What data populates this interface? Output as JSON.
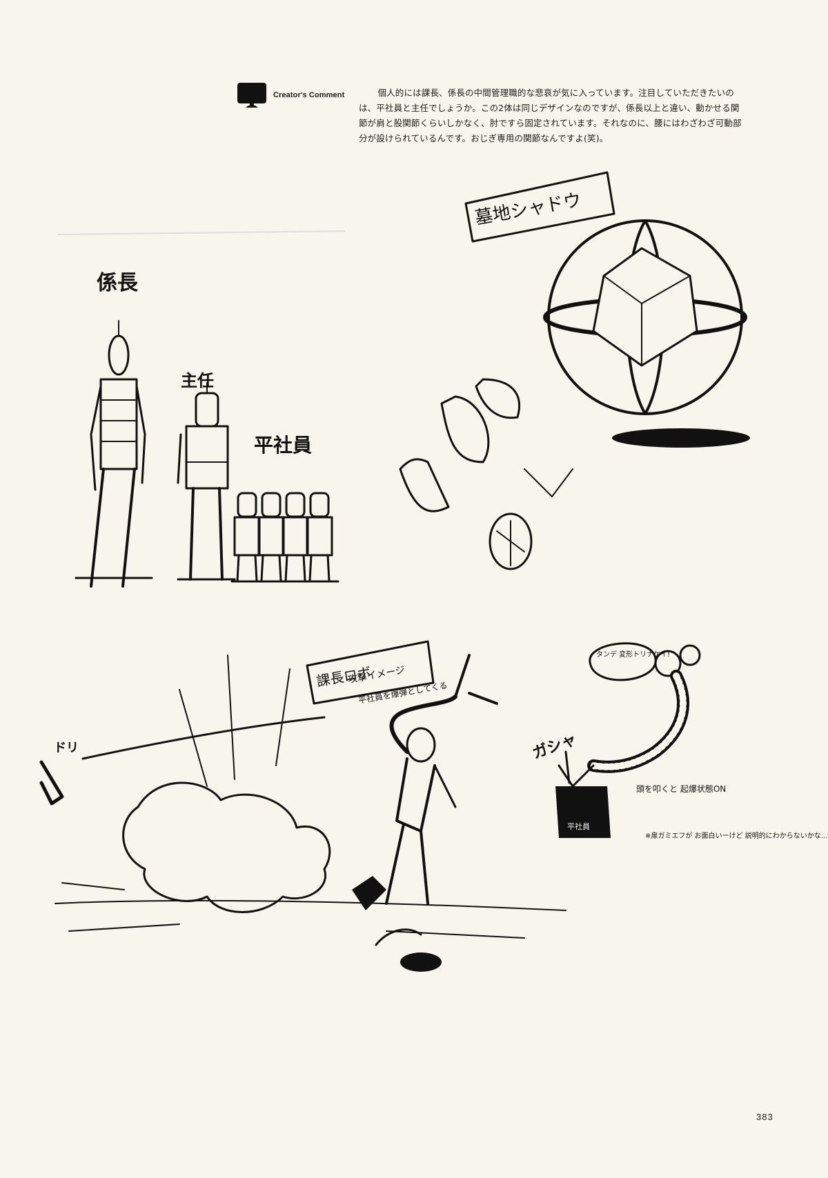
{
  "header": {
    "label": "Creator's Comment",
    "icon": "monitor-icon"
  },
  "comment": {
    "text": "個人的には課長、係長の中間管理職的な悲哀が気に入っています。注目していただきたいのは、平社員と主任でしょうか。この2体は同じデザインなのですが、係長以上と違い、動かせる関節が肩と股関節くらいしかなく、肘ですら固定されています。それなのに、腰にはわざわざ可動部分が設けられているんです。おじぎ専用の関節なんですよ(笑)。"
  },
  "sketch_labels": {
    "kakaricho": "係長",
    "shunin": "主任",
    "hirashain": "平社員",
    "shadow": "墓地シャドウ",
    "attack_title": "課長ロボ",
    "attack_sub": "攻撃イメージ",
    "attack_note": "平社員を爆弾としてくる",
    "speech": "タンデ 変形トリナケイ!",
    "sfx": "ガシャ",
    "head_note": "頭を叩くと 起爆状態ON",
    "side_note": "※扉ガミエフが お面白いーけど 説明的にわからないかな…",
    "hirashain_tag": "平社員",
    "doro": "ドリ"
  },
  "page_number": "383"
}
